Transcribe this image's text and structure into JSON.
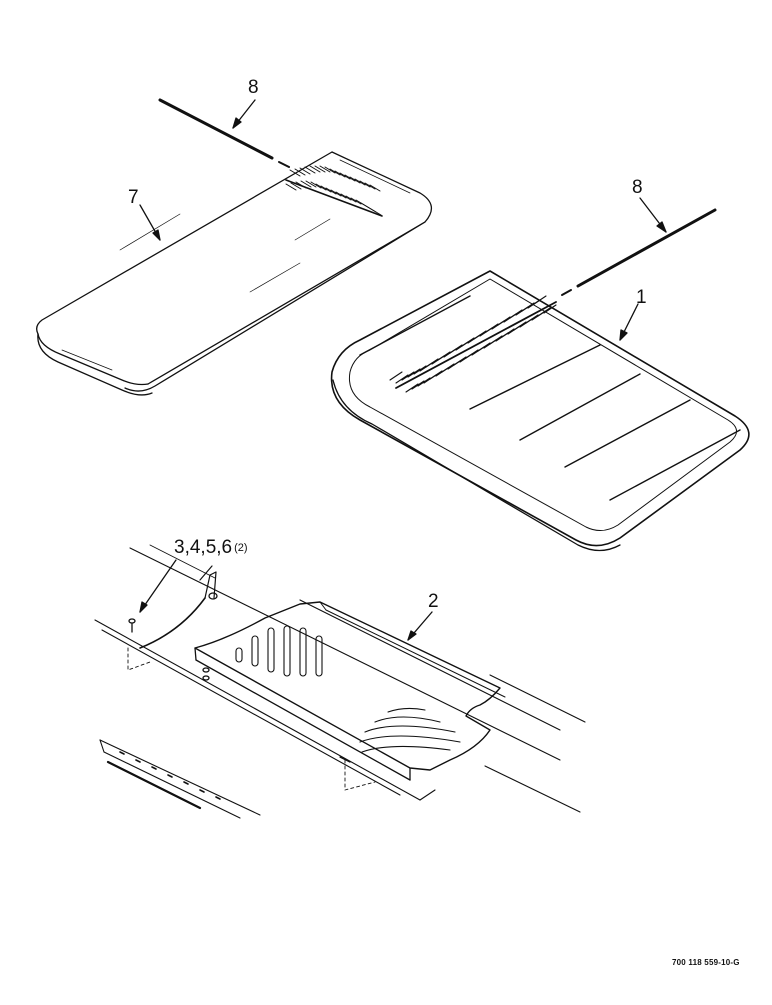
{
  "callouts": {
    "rod_top": "8",
    "short_belt": "7",
    "rod_right": "8",
    "long_belt": "1",
    "hardware": "3,4,5,6",
    "hardware_qty": "(2)",
    "shield": "2"
  },
  "document_number": "700 118 559-10-G"
}
